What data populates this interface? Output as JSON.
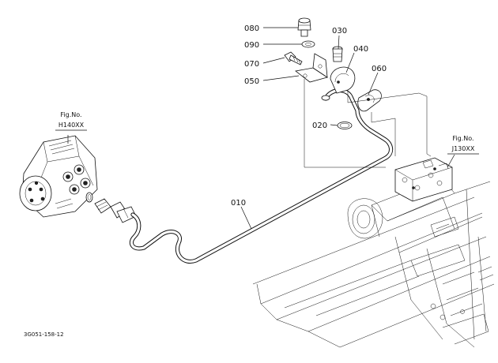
{
  "diagram": {
    "part_labels": [
      "080",
      "090",
      "030",
      "040",
      "070",
      "050",
      "060",
      "020",
      "010"
    ],
    "fig_refs": {
      "left": {
        "prefix": "Fig.No.",
        "number": "H140XX"
      },
      "right": {
        "prefix": "Fig.No.",
        "number": "J130XX"
      }
    },
    "drawing_code": "3G051-158-12"
  }
}
